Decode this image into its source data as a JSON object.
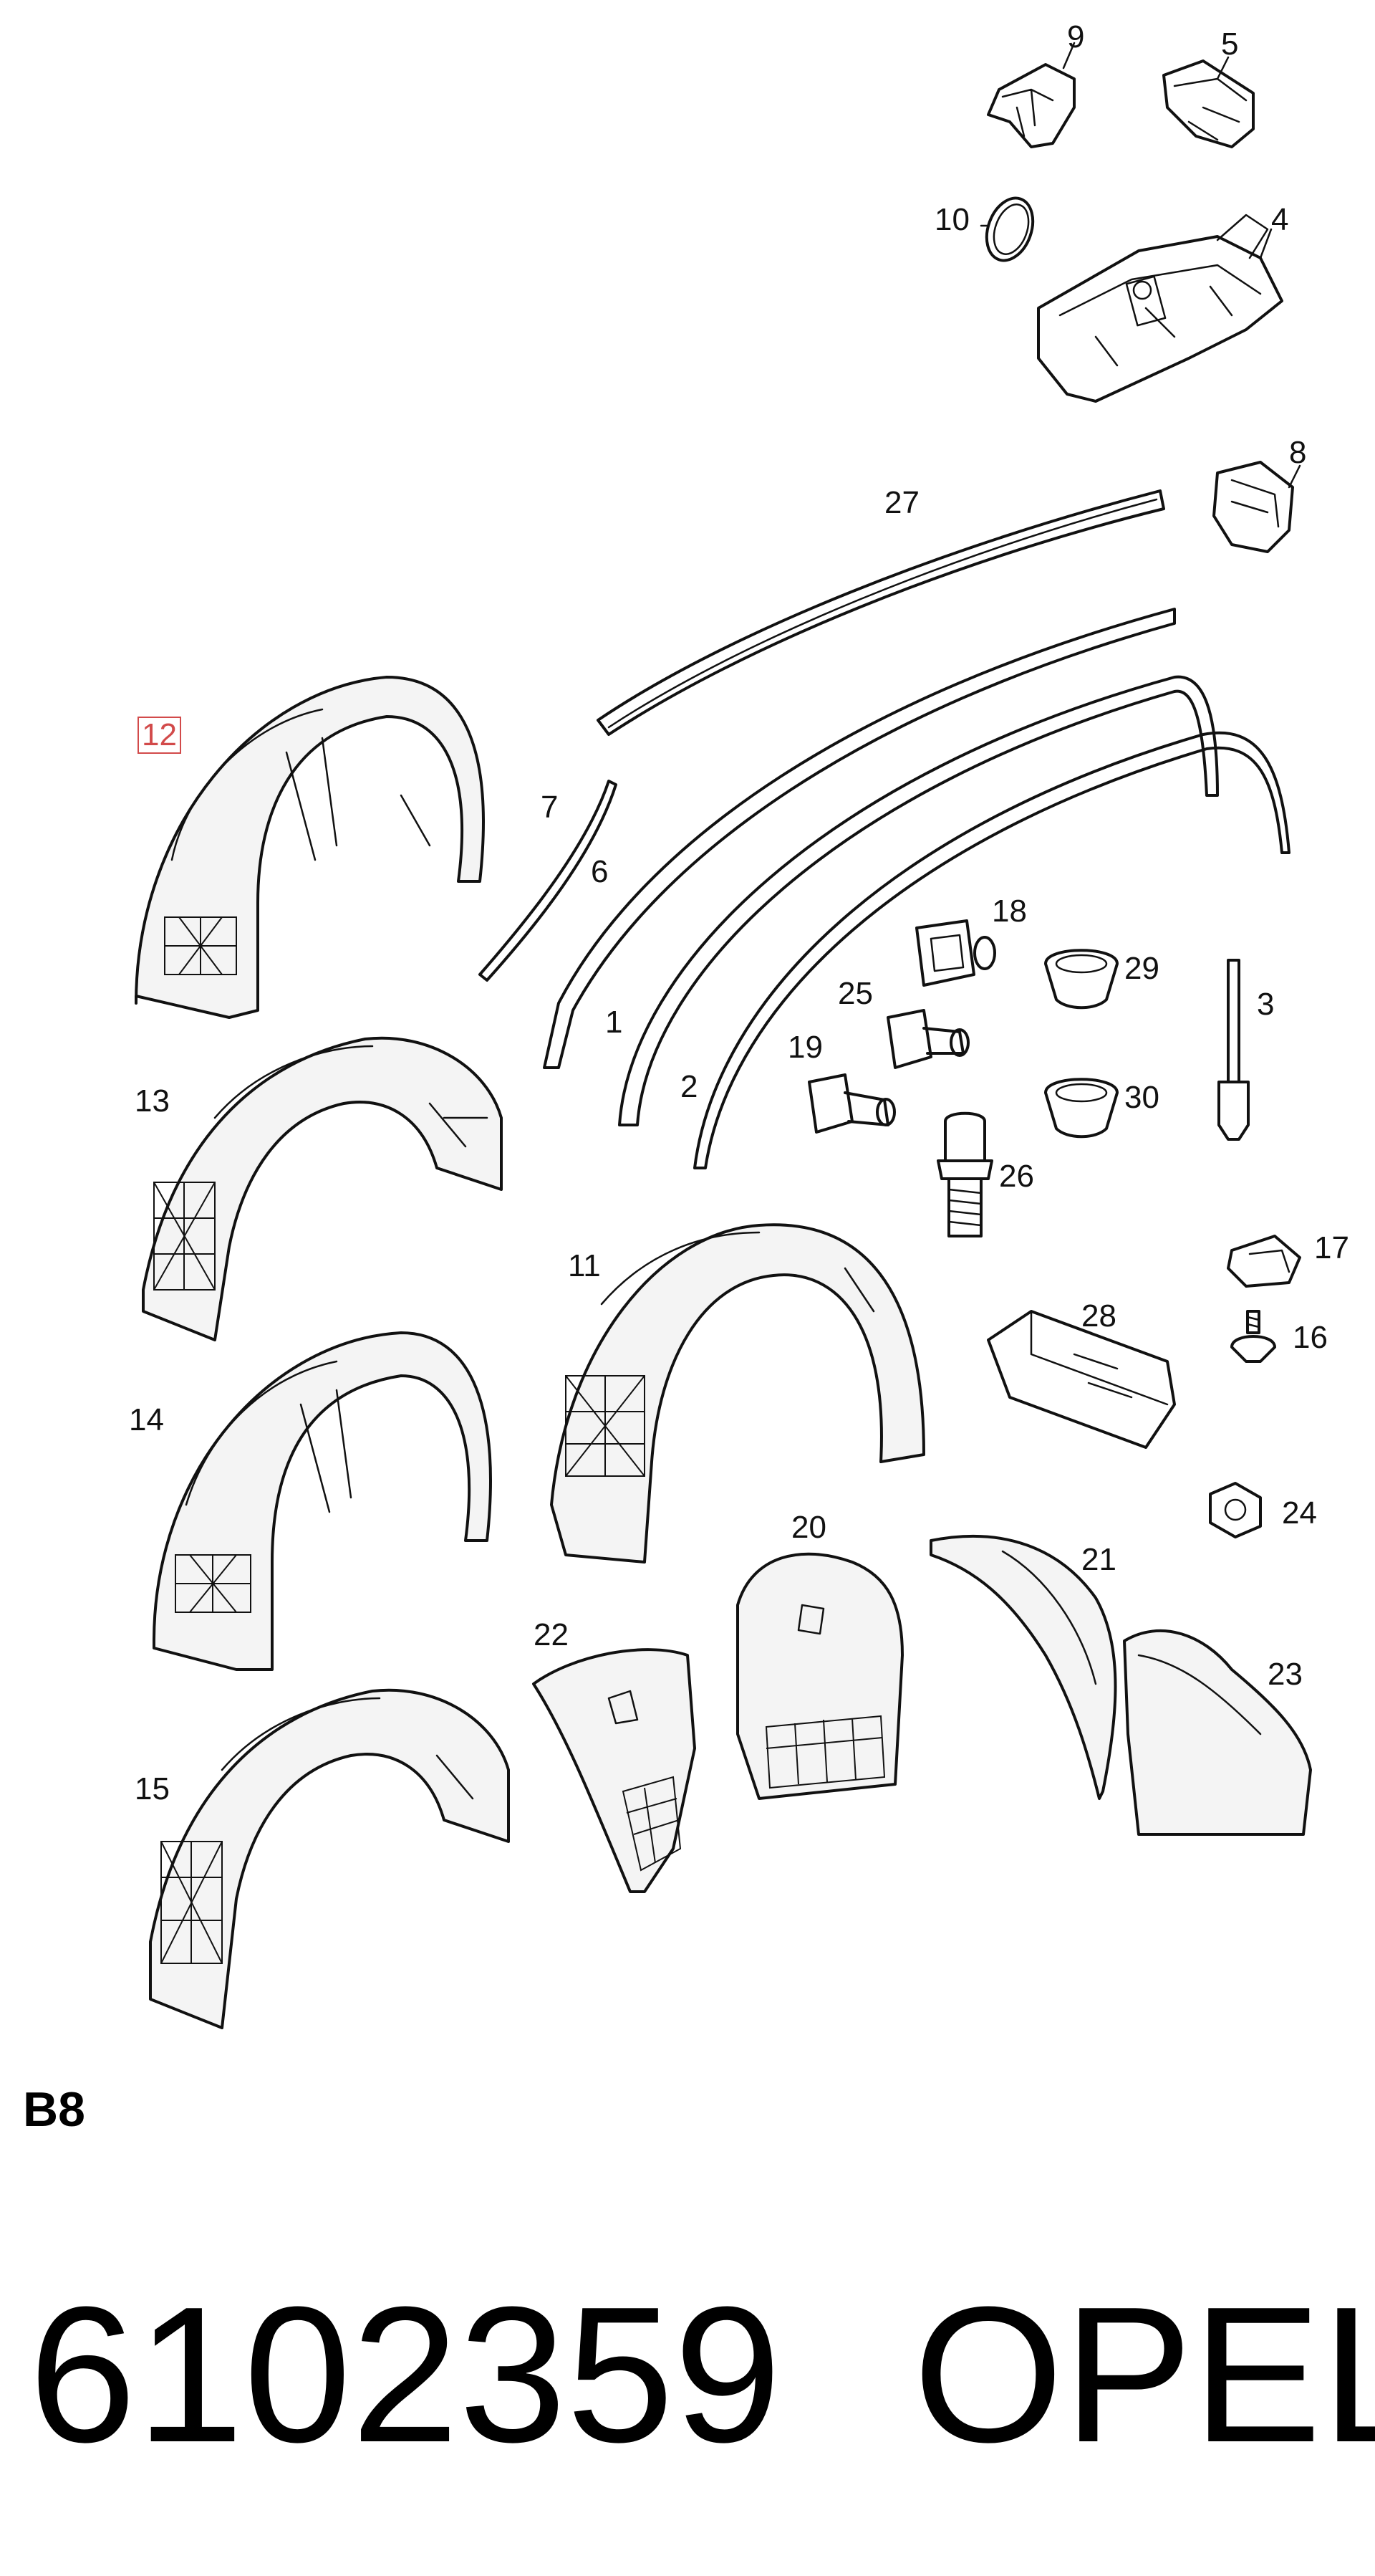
{
  "diagram": {
    "callouts": [
      {
        "id": "9",
        "label": "9"
      },
      {
        "id": "5",
        "label": "5"
      },
      {
        "id": "10",
        "label": "10"
      },
      {
        "id": "4",
        "label": "4"
      },
      {
        "id": "8",
        "label": "8"
      },
      {
        "id": "27",
        "label": "27"
      },
      {
        "id": "12",
        "label": "12",
        "highlighted": true
      },
      {
        "id": "7",
        "label": "7"
      },
      {
        "id": "6",
        "label": "6"
      },
      {
        "id": "18",
        "label": "18"
      },
      {
        "id": "29",
        "label": "29"
      },
      {
        "id": "3",
        "label": "3"
      },
      {
        "id": "25",
        "label": "25"
      },
      {
        "id": "1",
        "label": "1"
      },
      {
        "id": "19",
        "label": "19"
      },
      {
        "id": "2",
        "label": "2"
      },
      {
        "id": "30",
        "label": "30"
      },
      {
        "id": "13",
        "label": "13"
      },
      {
        "id": "26",
        "label": "26"
      },
      {
        "id": "11",
        "label": "11"
      },
      {
        "id": "17",
        "label": "17"
      },
      {
        "id": "28",
        "label": "28"
      },
      {
        "id": "16",
        "label": "16"
      },
      {
        "id": "14",
        "label": "14"
      },
      {
        "id": "24",
        "label": "24"
      },
      {
        "id": "20",
        "label": "20"
      },
      {
        "id": "21",
        "label": "21"
      },
      {
        "id": "22",
        "label": "22"
      },
      {
        "id": "23",
        "label": "23"
      },
      {
        "id": "15",
        "label": "15"
      }
    ],
    "highlight_color": "#d24a4a"
  },
  "footer": {
    "section_code": "B8",
    "part_number": "6102359",
    "brand": "OPEL"
  }
}
